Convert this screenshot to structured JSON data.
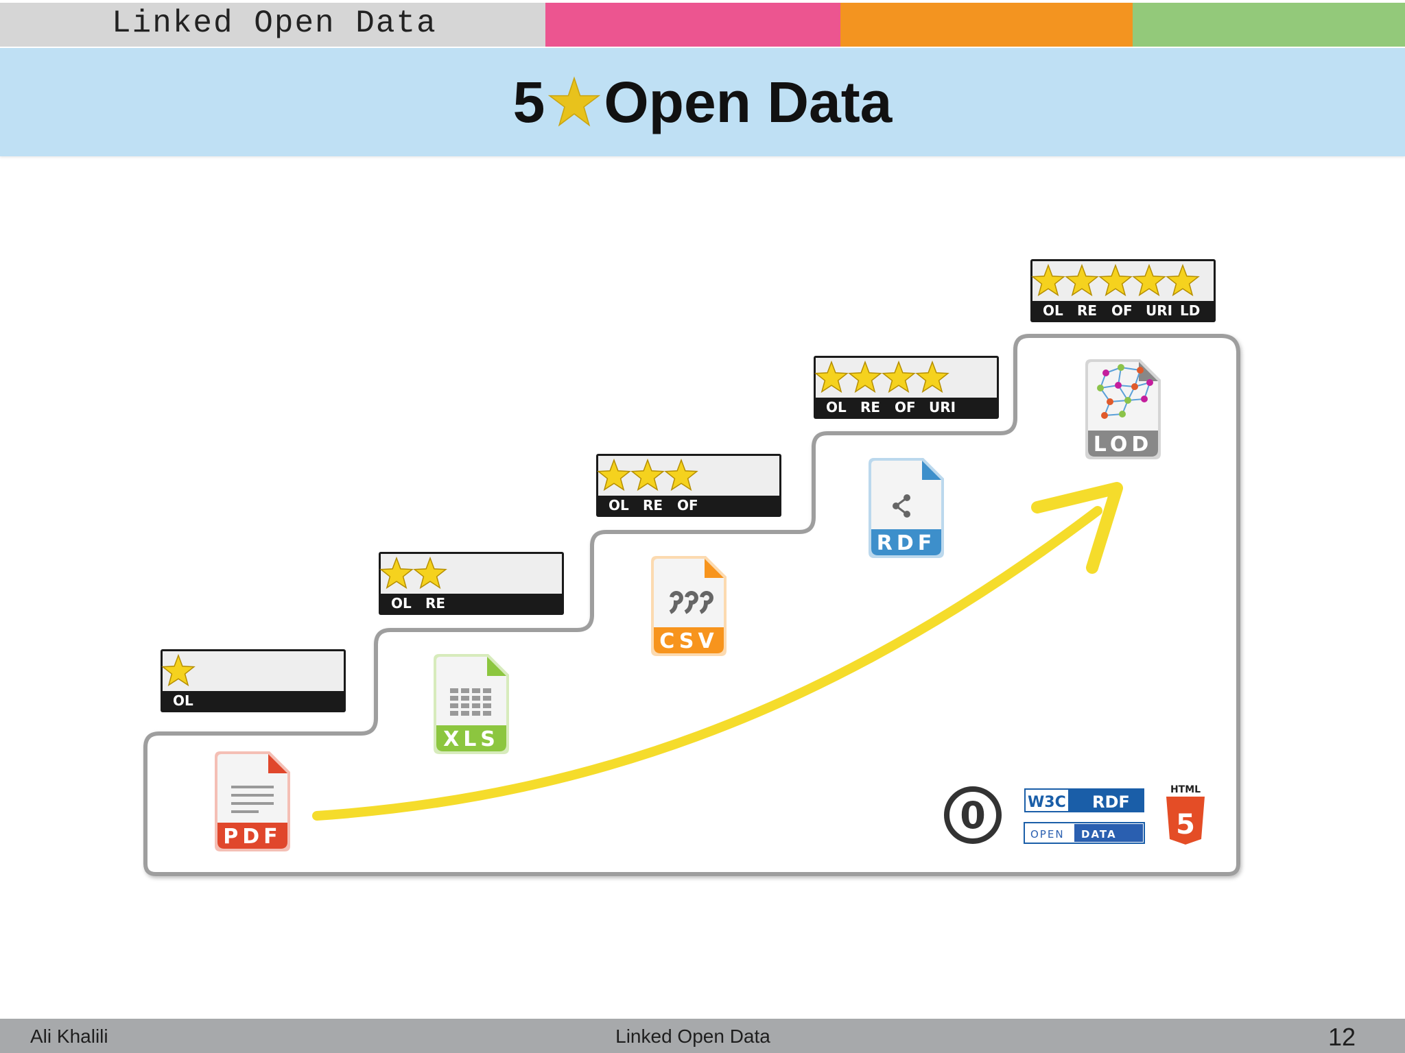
{
  "header": {
    "section_label": "Linked Open Data",
    "colors": {
      "grey": "#d6d6d6",
      "pink": "#ec5590",
      "orange": "#f39420",
      "green": "#93c97a",
      "title_bg": "#bfe0f4"
    }
  },
  "title": {
    "prefix": "5",
    "star_icon": "star-icon",
    "text": "Open Data"
  },
  "staircase": {
    "steps": [
      {
        "stars": 1,
        "labels": [
          "OL"
        ],
        "file_icon": "pdf-file-icon",
        "file_label": "PDF",
        "file_color": "#e0472c"
      },
      {
        "stars": 2,
        "labels": [
          "OL",
          "RE"
        ],
        "file_icon": "xls-file-icon",
        "file_label": "XLS",
        "file_color": "#8cc63f"
      },
      {
        "stars": 3,
        "labels": [
          "OL",
          "RE",
          "OF"
        ],
        "file_icon": "csv-file-icon",
        "file_label": "CSV",
        "file_color": "#f7941d"
      },
      {
        "stars": 4,
        "labels": [
          "OL",
          "RE",
          "OF",
          "URI"
        ],
        "file_icon": "rdf-file-icon",
        "file_label": "RDF",
        "file_color": "#3d8fcb"
      },
      {
        "stars": 5,
        "labels": [
          "OL",
          "RE",
          "OF",
          "URI",
          "LD"
        ],
        "file_icon": "lod-file-icon",
        "file_label": "LOD",
        "file_color": "#888888"
      }
    ],
    "arrow_icon": "yellow-arrow-icon",
    "arrow_color": "#f5dc2b",
    "star_color": "#f5d21e",
    "badges": {
      "cc0": "0",
      "w3c": "W3C",
      "rdf": "RDF",
      "open": "OPEN",
      "data": "DATA",
      "html": "HTML",
      "html_num": "5"
    }
  },
  "footer": {
    "author": "Ali Khalili",
    "center": "Linked Open Data",
    "page": "12"
  }
}
